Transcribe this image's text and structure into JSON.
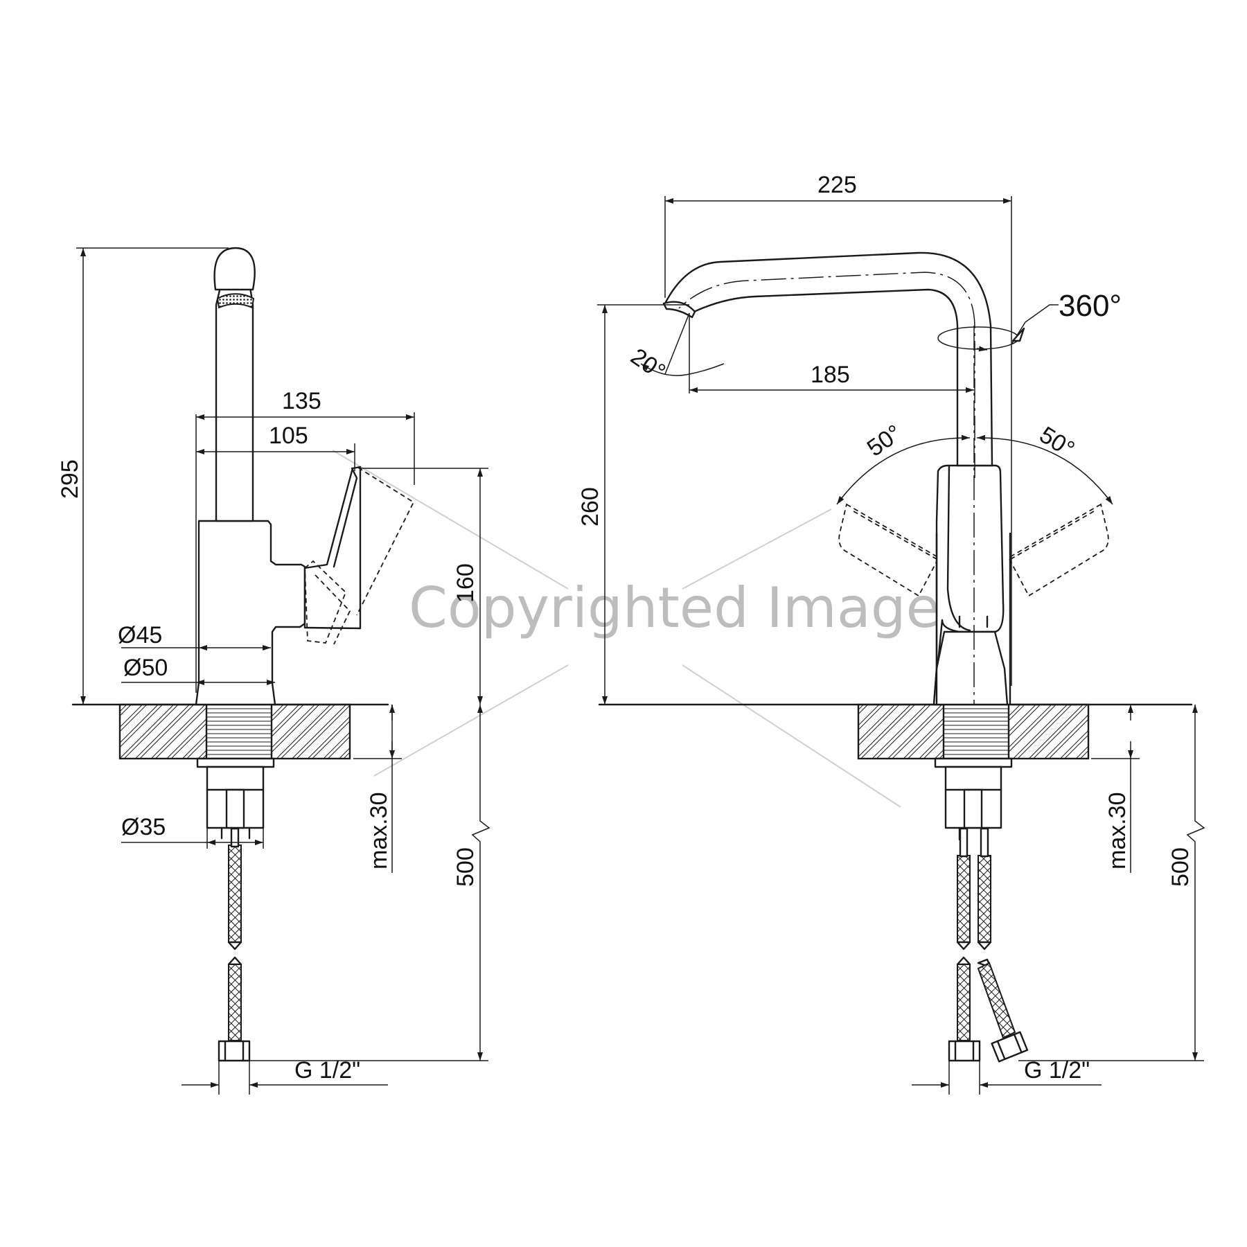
{
  "side_view": {
    "height_total": "295",
    "reach_lever": "135",
    "reach_spout": "105",
    "body_height": "160",
    "dia_body_top": "Ø45",
    "dia_base": "Ø50",
    "dia_thread": "Ø35",
    "max_deck": "max.30",
    "hose_length": "500",
    "connection": "G 1/2\""
  },
  "front_view": {
    "spout_reach_total": "225",
    "spout_reach": "185",
    "rotation": "360°",
    "spout_angle": "20°",
    "outlet_height": "260",
    "lever_left": "50°",
    "lever_right": "50°",
    "max_deck": "max.30",
    "hose_length": "500",
    "connection": "G 1/2\""
  },
  "watermark": {
    "text": "Copyrighted Image"
  }
}
